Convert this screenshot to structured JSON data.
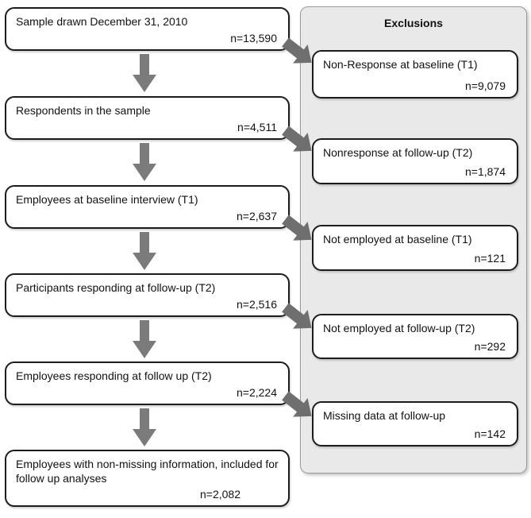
{
  "flow": {
    "steps": [
      {
        "label": "Sample drawn December 31, 2010",
        "count": "n=13,590"
      },
      {
        "label": "Respondents in the sample",
        "count": "n=4,511"
      },
      {
        "label": "Employees at baseline interview (T1)",
        "count": "n=2,637"
      },
      {
        "label": "Participants responding at follow-up (T2)",
        "count": "n=2,516"
      },
      {
        "label": "Employees responding at follow up (T2)",
        "count": "n=2,224"
      },
      {
        "label": "Employees with non-missing information, included for follow up analyses",
        "count": "n=2,082"
      }
    ]
  },
  "exclusions": {
    "title": "Exclusions",
    "items": [
      {
        "label": "Non-Response at baseline (T1)",
        "count": "n=9,079"
      },
      {
        "label": "Nonresponse at follow-up (T2)",
        "count": "n=1,874"
      },
      {
        "label": "Not employed at baseline (T1)",
        "count": "n=121"
      },
      {
        "label": "Not employed at follow-up (T2)",
        "count": "n=292"
      },
      {
        "label": "Missing data at follow-up",
        "count": "n=142"
      }
    ]
  },
  "colors": {
    "box_border": "#1c1c1c",
    "panel_background": "#e9e9e9",
    "down_arrow": "#7b7b7b",
    "exclusion_arrow": "#6f6f6f"
  }
}
